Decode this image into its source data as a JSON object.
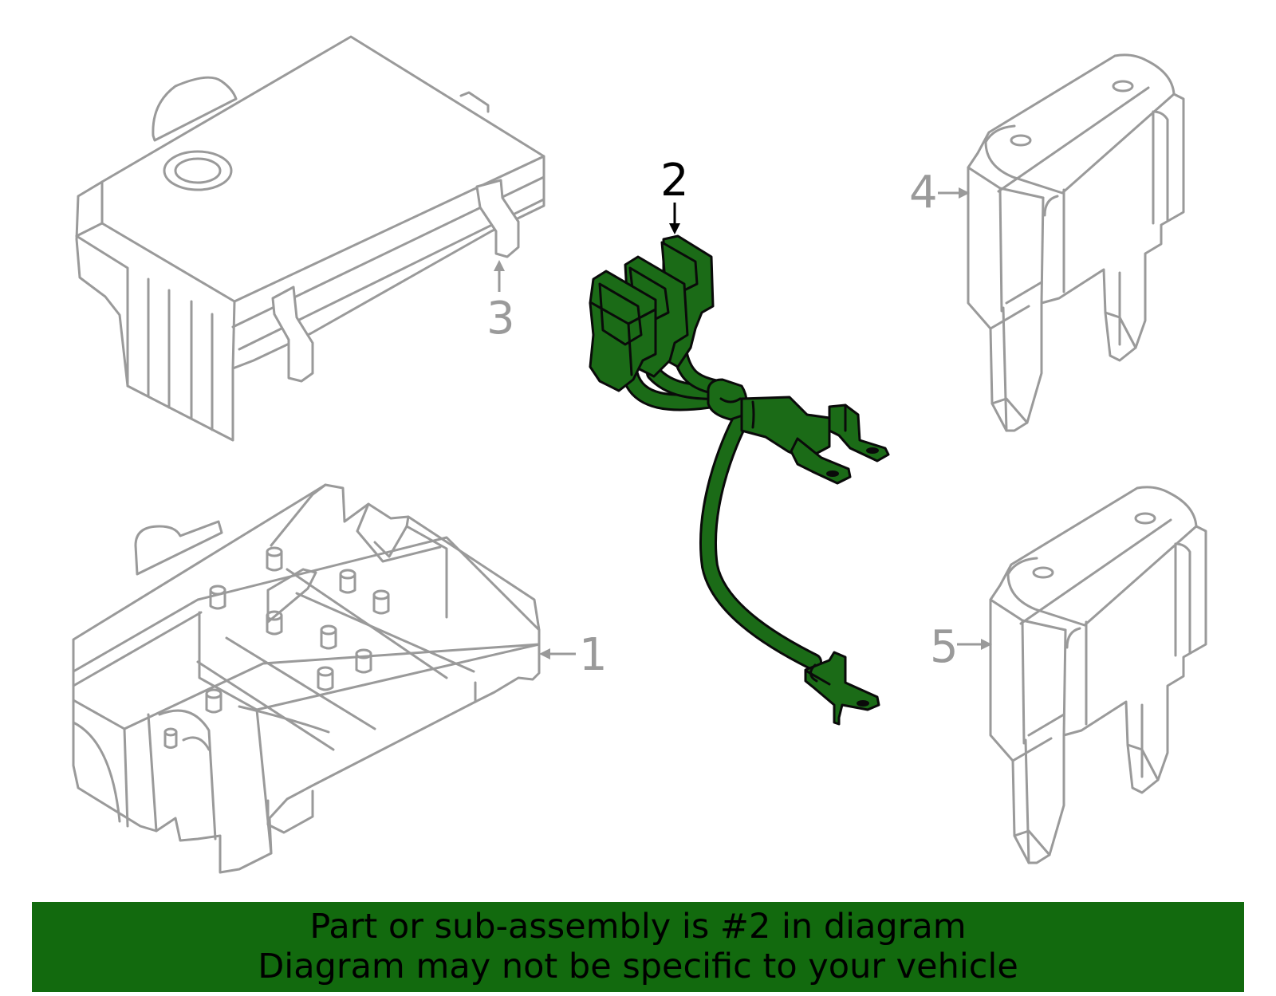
{
  "callouts": [
    {
      "id": "1",
      "label": "1"
    },
    {
      "id": "2",
      "label": "2"
    },
    {
      "id": "3",
      "label": "3"
    },
    {
      "id": "4",
      "label": "4"
    },
    {
      "id": "5",
      "label": "5"
    }
  ],
  "banner": {
    "line1": "Part or sub-assembly is #2 in diagram",
    "line2": "Diagram may not be specific to your vehicle"
  },
  "colors": {
    "highlight_part": "#1b6b17",
    "banner_background": "#126a0e",
    "line_art": "#9a9a9a"
  }
}
